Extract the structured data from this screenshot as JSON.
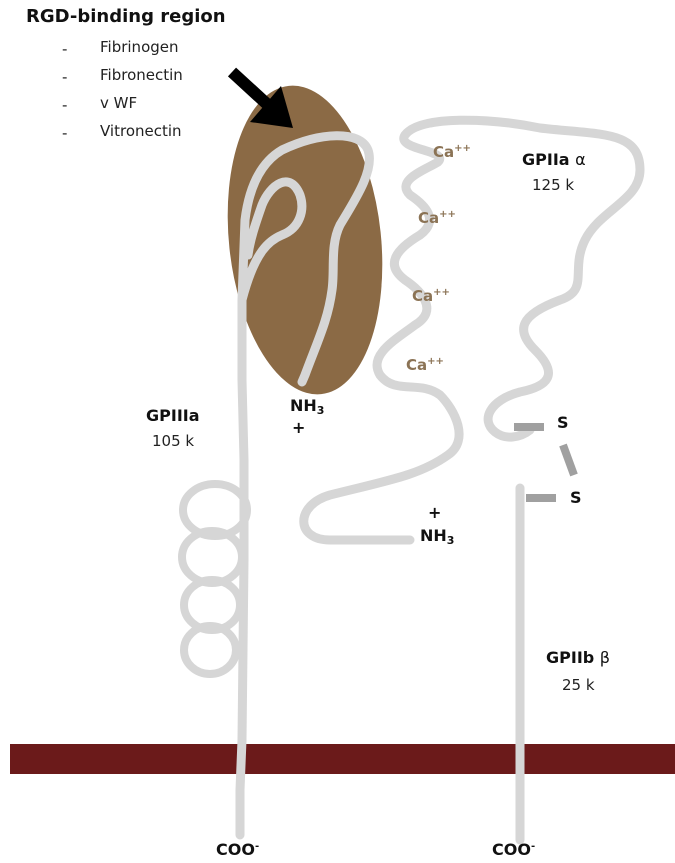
{
  "heading": "RGD-binding region",
  "ligands": [
    {
      "dash": "-",
      "name": "Fibrinogen"
    },
    {
      "dash": "-",
      "name": "Fibronectin"
    },
    {
      "dash": "-",
      "name": "v WF"
    },
    {
      "dash": "-",
      "name": "Vitronectin"
    }
  ],
  "gp2a_alpha": {
    "name": "GPIIa",
    "greek": "α",
    "mass": "125 k"
  },
  "gp3a": {
    "name": "GPIIIa",
    "mass": "105 k"
  },
  "gp2b_beta": {
    "name": "GPIIb",
    "greek": "β",
    "mass": "25 k"
  },
  "calcium": {
    "base": "Ca",
    "charge": "++"
  },
  "amino_terminus": {
    "base": "NH",
    "sub": "3",
    "sign": "+"
  },
  "carboxy_terminus": {
    "base": "COO",
    "sup": "-"
  },
  "disulfide": {
    "left": "S",
    "right": "S"
  },
  "colors": {
    "membrane": "#6b1a1a",
    "rgd_region": "#8b6a45",
    "chain": "#d4d4d4",
    "calcium_text": "#8b7355",
    "arrow": "#000000"
  }
}
